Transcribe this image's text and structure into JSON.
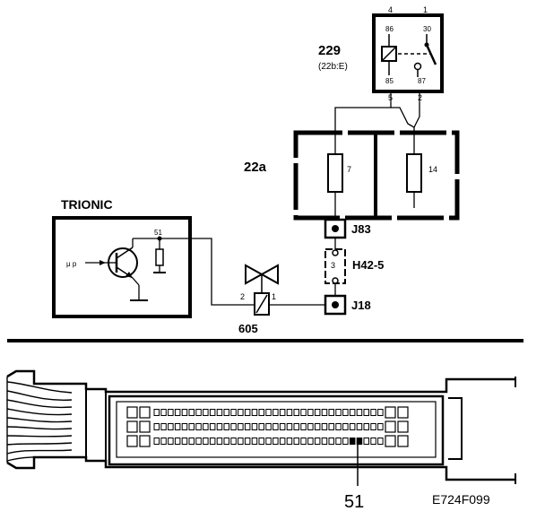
{
  "relay": {
    "id": "229",
    "sub": "(22b:E)",
    "pins": {
      "p4": "4",
      "p1": "1",
      "p86": "86",
      "p30": "30",
      "p85": "85",
      "p87": "87",
      "p5": "5",
      "p2": "2"
    }
  },
  "fusebox": {
    "id": "22a",
    "fuse_left": "7",
    "fuse_right": "14"
  },
  "connectors": {
    "j83": "J83",
    "h42": "H42-5",
    "h42_pin": "3",
    "j18": "J18"
  },
  "ecu": {
    "title": "TRIONIC",
    "mu_label": "μ p",
    "pin": "51"
  },
  "valve": {
    "id": "605",
    "pin2": "2",
    "pin1": "1"
  },
  "bottom": {
    "pin_callout": "51",
    "figure_code": "E724F099"
  }
}
